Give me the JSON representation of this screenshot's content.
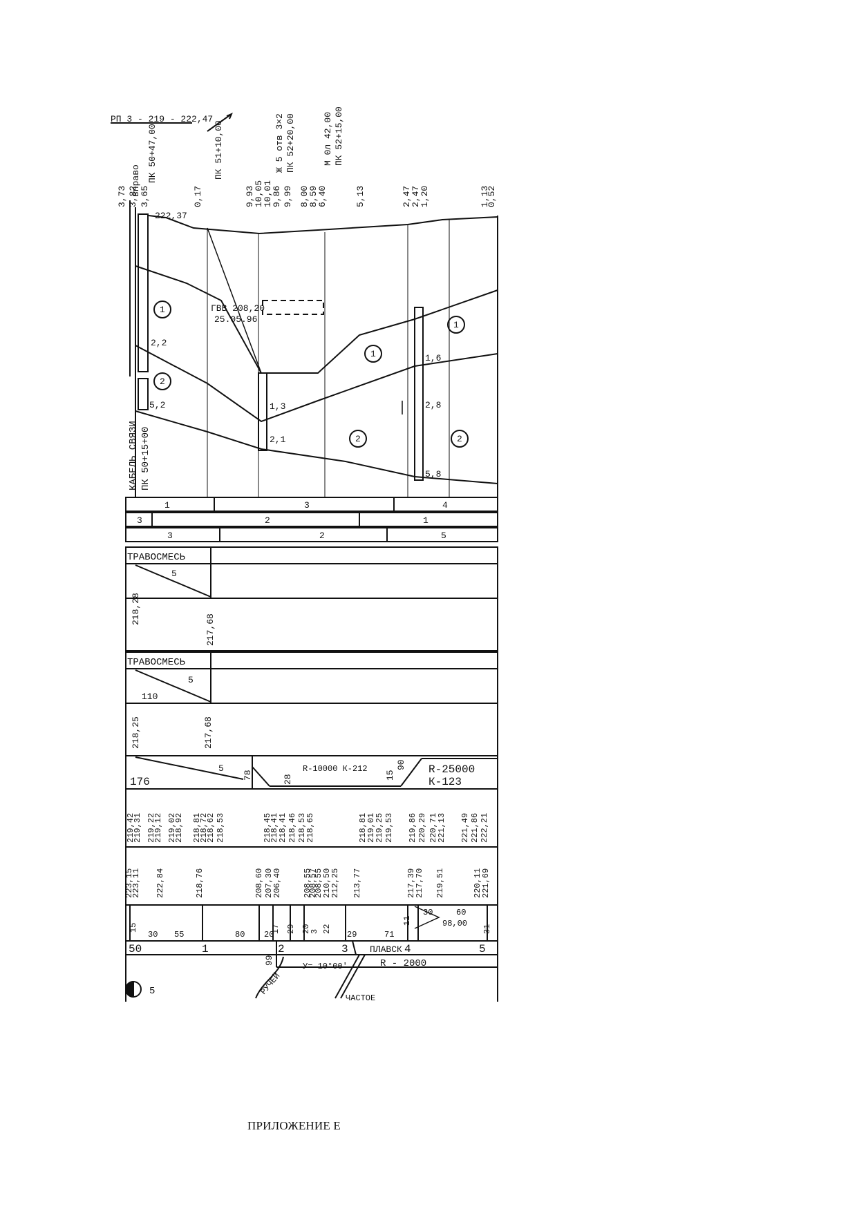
{
  "caption": "ПРИЛОЖЕНИЕ Е",
  "top": {
    "benchmark": "РП 3 - 219 - 222,47",
    "right_label": "вправо",
    "picket_a": "ПК 50+47,00",
    "picket_b": "ПК 51+10,00",
    "structure_a": "Ж 5 отв 3×2",
    "picket_c": "ПК 52+20,00",
    "structure_b": "М 0л 42,00",
    "picket_d": "ПК 52+15,00",
    "mark_222": "222,37",
    "hydrant": "ГВВ 208,20",
    "hydrant_date": "25.05.96",
    "cable_a": "КАБЕЛЬ СВЯЗИ",
    "cable_b": "ПК 50+15+00",
    "top_values": [
      "3,73",
      "3,82",
      "3,65",
      "0,17",
      "9,93",
      "10,05",
      "10,01",
      "9,86",
      "9,99",
      "8,00",
      "8,59",
      "6,40",
      "5,13",
      "2,47",
      "2,47",
      "1,20",
      "1,13",
      "0,52"
    ],
    "depth_labels": [
      "2,2",
      "5,2",
      "1,3",
      "2,1",
      "1,6",
      "2,8",
      "5,8"
    ],
    "layer_one": "1",
    "layer_two": "2"
  },
  "strips": {
    "row1": [
      "1",
      "3",
      "4"
    ],
    "row2": [
      "3",
      "2",
      "1"
    ],
    "row3": [
      "3",
      "2",
      "5"
    ],
    "grass_a": "ТРАВОСМЕСЬ",
    "slope_a": "5",
    "elev_a1": "218,28",
    "elev_a2": "217,68",
    "grass_b": "ТРАВОСМЕСЬ",
    "slope_b": "5",
    "len_b": "110",
    "elev_b1": "218,25",
    "elev_b2": "217,68"
  },
  "profile": {
    "len_176": "176",
    "slope": "5",
    "v78": "78",
    "v28": "28",
    "curve1": "R-10000  К-212",
    "v15": "15",
    "v90": "90",
    "curve2a": "R-25000",
    "curve2b": "К-123",
    "design_marks": [
      "219,42",
      "219,31",
      "219,22",
      "219,12",
      "219,02",
      "218,92",
      "218,81",
      "218,72",
      "218,62",
      "218,53",
      "218,45",
      "218,41",
      "218,41",
      "218,46",
      "218,53",
      "218,65",
      "218,81",
      "219,01",
      "219,25",
      "219,53",
      "219,86",
      "220,29",
      "220,71",
      "221,13",
      "221,49",
      "221,86",
      "222,21"
    ],
    "ground_marks": [
      "223,15",
      "223,11",
      "222,84",
      "218,76",
      "208,60",
      "207,30",
      "206,40",
      "208,55",
      "208,57",
      "208,55",
      "210,50",
      "212,25",
      "213,77",
      "217,39",
      "217,70",
      "219,51",
      "220,11",
      "221,69"
    ],
    "distances": [
      "15",
      "30",
      "55",
      "80",
      "20",
      "17",
      "29",
      "20",
      "3",
      "22",
      "29",
      "71",
      "11",
      "30",
      "60",
      "98,00",
      "31"
    ],
    "kilo_50": "50",
    "pickets": [
      "1",
      "2",
      "3",
      "4",
      "5"
    ],
    "plan_label": "ПЛАВСК",
    "v99": "99",
    "angle": "У= 10°00'",
    "radius": "R - 2000",
    "stream": "РУЧЕЙ",
    "chastoe": "ЧАСТОЕ",
    "bottom_5": "5"
  }
}
